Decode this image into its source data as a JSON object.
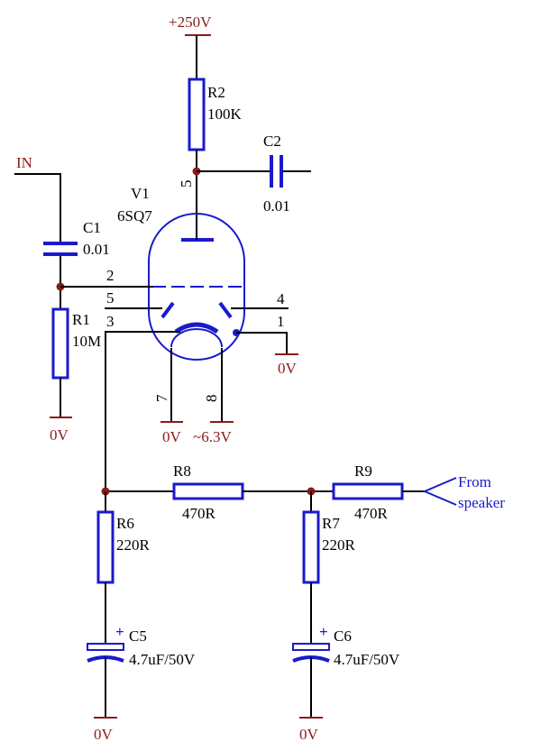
{
  "colors": {
    "wire": "#000000",
    "component": "#1a1acc",
    "power": "#8b1a1a",
    "background": "#ffffff"
  },
  "supply": {
    "label": "+250V"
  },
  "input": {
    "label": "IN"
  },
  "output": {
    "label_line1": "From",
    "label_line2": "speaker"
  },
  "ground_label": "0V",
  "heater": {
    "pin7_ground": "0V",
    "pin8_supply": "~6.3V"
  },
  "tube": {
    "ref": "V1",
    "value": "6SQ7",
    "pins": [
      "2",
      "5",
      "3",
      "4",
      "1",
      "5",
      "7",
      "8"
    ]
  },
  "components": {
    "R1": {
      "ref": "R1",
      "value": "10M"
    },
    "R2": {
      "ref": "R2",
      "value": "100K"
    },
    "R6": {
      "ref": "R6",
      "value": "220R"
    },
    "R7": {
      "ref": "R7",
      "value": "220R"
    },
    "R8": {
      "ref": "R8",
      "value": "470R"
    },
    "R9": {
      "ref": "R9",
      "value": "470R"
    },
    "C1": {
      "ref": "C1",
      "value": "0.01"
    },
    "C2": {
      "ref": "C2",
      "value": "0.01"
    },
    "C5": {
      "ref": "C5",
      "value": "4.7uF/50V",
      "polarity": "+"
    },
    "C6": {
      "ref": "C6",
      "value": "4.7uF/50V",
      "polarity": "+"
    }
  }
}
